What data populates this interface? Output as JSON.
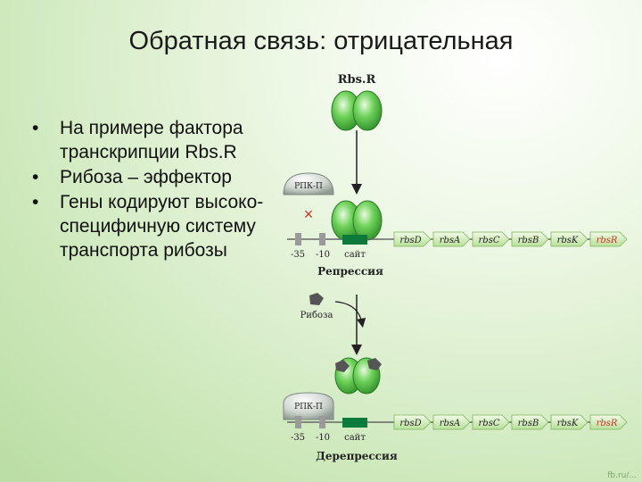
{
  "title": "Обратная связь: отрицательная",
  "bullets": [
    "На примере фактора транскрипции Rbs.R",
    "Рибоза – эффектор",
    "Гены кодируют высоко-специфичную систему транспорта рибозы"
  ],
  "diagram": {
    "repressor_label": "Rbs.R",
    "polymerase_label": "РПК-П",
    "box_35_label": "-35",
    "box_10_label": "-10",
    "site_label": "сайт",
    "repression_label": "Репрессия",
    "ribose_label": "Рибоза",
    "derepression_label": "Дерепрессия",
    "genes": [
      "rbsD",
      "rbsA",
      "rbsC",
      "rbsB",
      "rbsK",
      "rbsR"
    ],
    "colors": {
      "repressor": "#5fc24a",
      "gene_arrow": "#d9f0c0",
      "site": "#0b7a3a",
      "promoter_box": "#9a9a9a",
      "polymerase": "#cfd6d0",
      "last_gene_text": "#c0392b",
      "block_mark": "#c0392b"
    }
  },
  "watermark": "fb.ru/..."
}
